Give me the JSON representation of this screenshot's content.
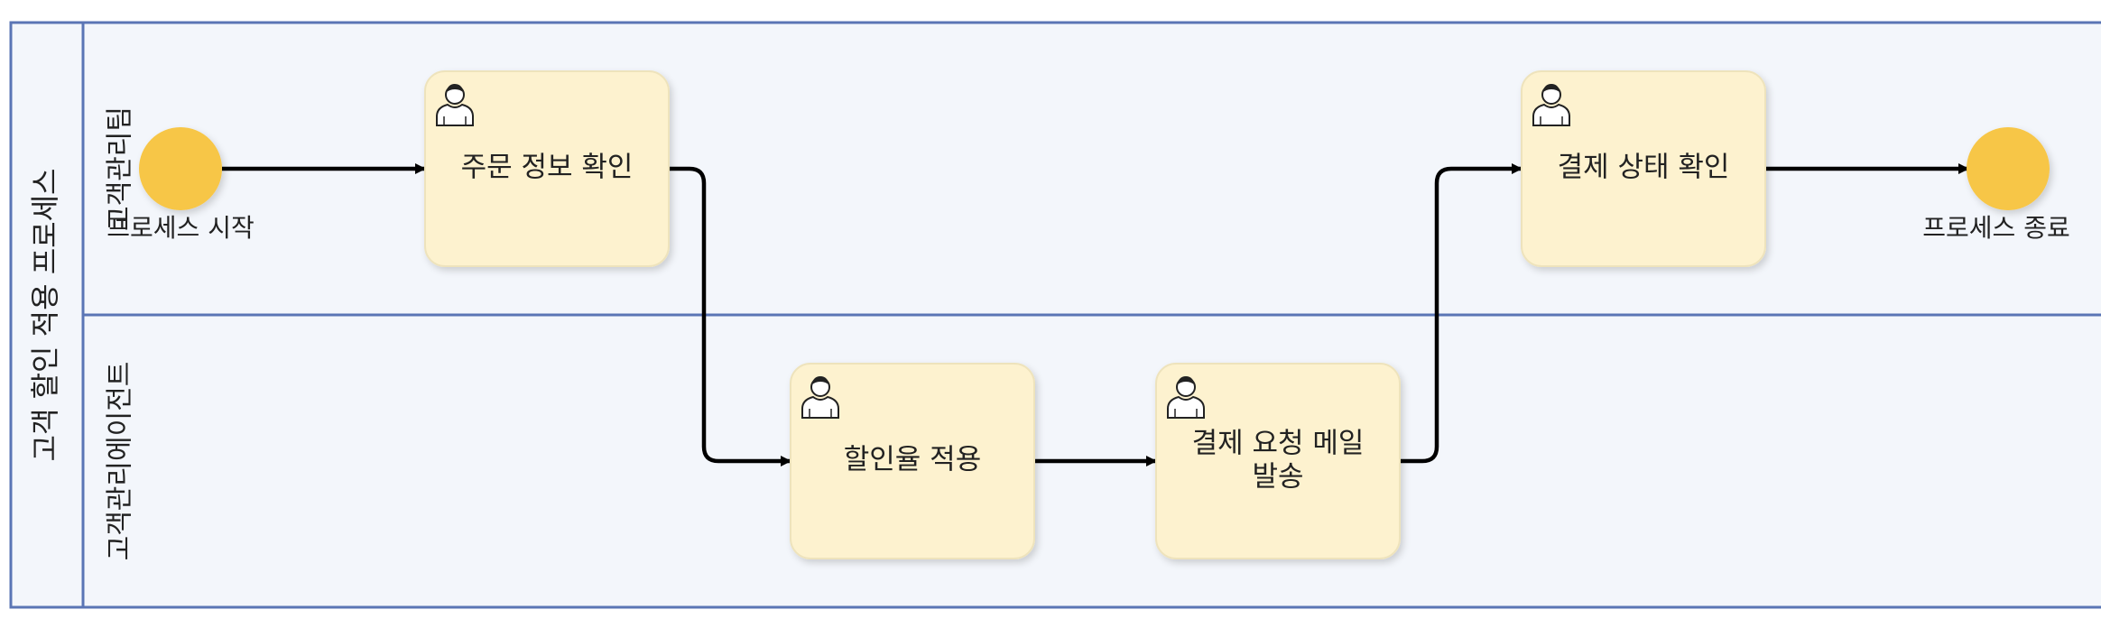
{
  "pool": {
    "title": "고객 할인 적용 프로세스"
  },
  "lanes": [
    {
      "id": "lane-top",
      "label": "고객관리팀"
    },
    {
      "id": "lane-bottom",
      "label": "고객관리에이전트"
    }
  ],
  "events": {
    "start": {
      "label": "프로세스 시작",
      "color": "#f7c646"
    },
    "end": {
      "label": "프로세스 종료",
      "color": "#f7c646"
    }
  },
  "tasks": [
    {
      "id": "task-1",
      "label_lines": [
        "주문 정보 확인"
      ],
      "icon": "user-icon"
    },
    {
      "id": "task-2",
      "label_lines": [
        "할인율 적용"
      ],
      "icon": "user-icon"
    },
    {
      "id": "task-3",
      "label_lines": [
        "결제 요청 메일",
        "발송"
      ],
      "icon": "user-icon"
    },
    {
      "id": "task-4",
      "label_lines": [
        "결제 상태 확인"
      ],
      "icon": "user-icon"
    }
  ],
  "colors": {
    "pool_border": "#5a75b5",
    "lane_fill": "#f3f6fb",
    "task_fill": "#fdf2cf",
    "task_border": "#eee3bc",
    "flow": "#000000",
    "event": "#f7c646"
  }
}
